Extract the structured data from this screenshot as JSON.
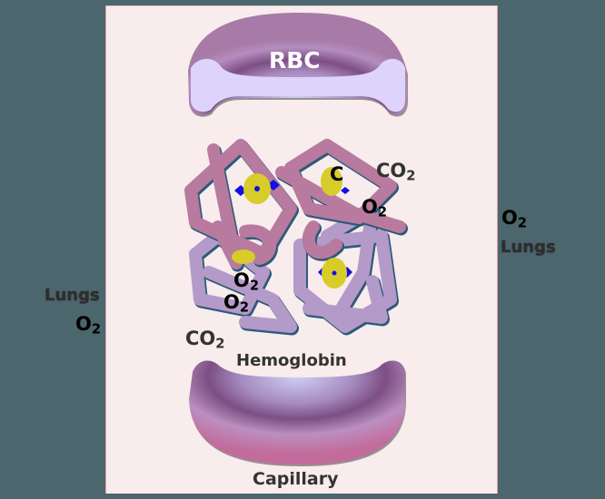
{
  "colors": {
    "background": "#4b666d",
    "panel": "#f8ecec",
    "panel_border": "#e0a3a8",
    "rbc_outer": "#b57aa8",
    "rbc_inner": "#ddd3fb",
    "chain_pink": "#b87a9e",
    "chain_lavender": "#b49ac9",
    "heme_yellow": "#d8cc2a",
    "heme_blue": "#1010e0",
    "label_dark": "#333333"
  },
  "labels": {
    "rbc": "RBC",
    "hemoglobin": "Hemoglobin",
    "capillary": "Capillary",
    "co2_top": {
      "base": "CO",
      "sub": "2"
    },
    "co2_bottom": {
      "base": "CO",
      "sub": "2"
    },
    "o2_inner_top_partial": {
      "base": "C",
      "sub": ""
    },
    "o2_inner_right": {
      "base": "O",
      "sub": "2"
    },
    "o2_inner_left_partial": {
      "base": "O",
      "sub": "2"
    },
    "o2_inner_left": {
      "base": "O",
      "sub": "2"
    },
    "left_lungs": "Lungs",
    "left_o2": {
      "base": "O",
      "sub": "2"
    },
    "right_o2": {
      "base": "O",
      "sub": "2"
    },
    "right_lungs": "Lungs"
  }
}
